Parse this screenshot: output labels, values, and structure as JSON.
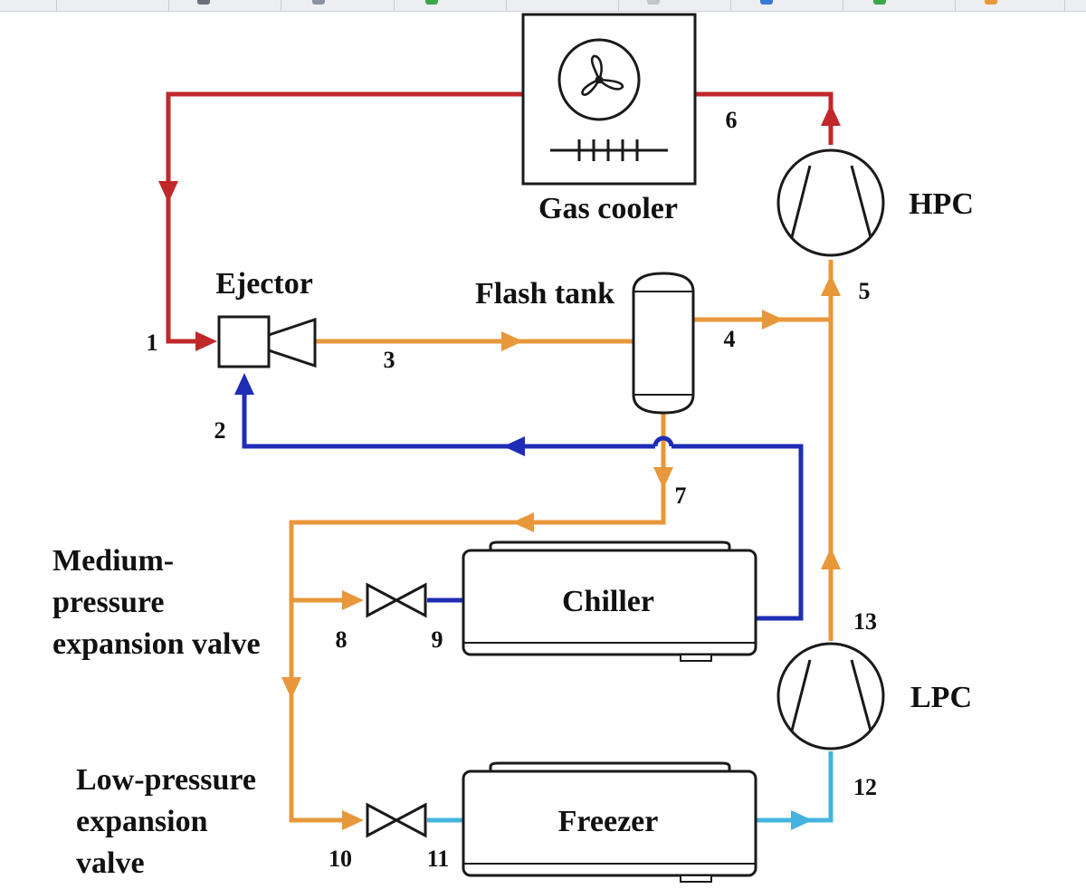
{
  "title": "",
  "components": {
    "gas_cooler": "Gas cooler",
    "ejector": "Ejector",
    "flash_tank": "Flash tank",
    "hpc": "HPC",
    "lpc": "LPC",
    "chiller": "Chiller",
    "freezer": "Freezer",
    "mp_valve": [
      "Medium-",
      "pressure",
      "expansion valve"
    ],
    "lp_valve": [
      "Low-pressure",
      "expansion",
      "valve"
    ]
  },
  "state_points": [
    "1",
    "2",
    "3",
    "4",
    "5",
    "6",
    "7",
    "8",
    "9",
    "10",
    "11",
    "12",
    "13"
  ],
  "colors": {
    "high_pressure": "#c0282a",
    "intermediate": "#e8973a",
    "chiller_return": "#1f2db5",
    "freezer_return": "#45b3df",
    "outline": "#1a1a1a",
    "tab_icons": [
      "#8a93a3",
      "#6a6f7a",
      "#3aa84a",
      "#c6c6c6",
      "#3a7bd5",
      "#3aa84a",
      "#e8973a"
    ]
  }
}
